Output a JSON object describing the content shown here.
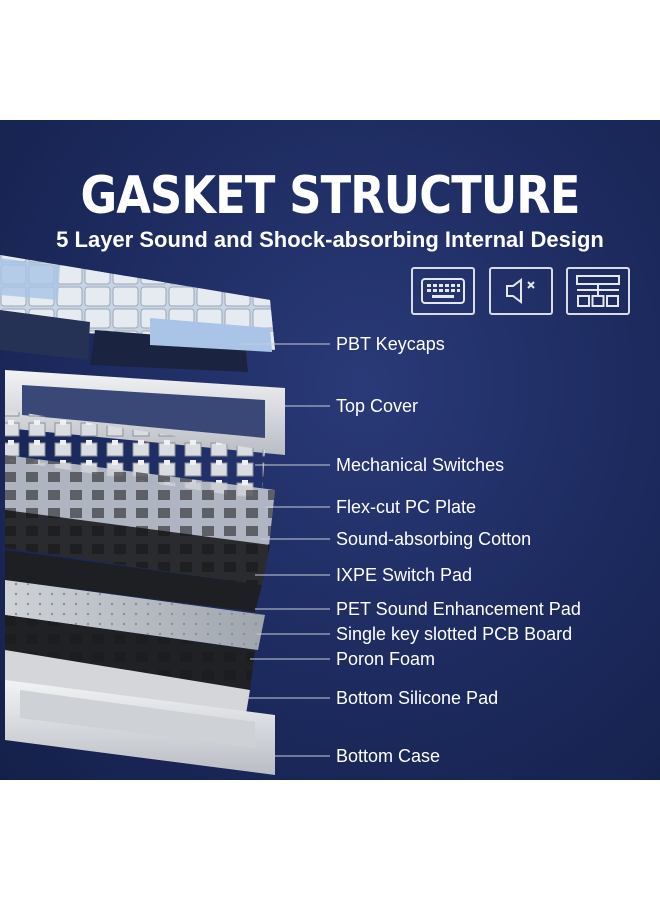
{
  "header": {
    "title": "GASKET STRUCTURE",
    "subtitle": "5 Layer Sound and Shock-absorbing Internal Design"
  },
  "icons": [
    {
      "name": "keyboard-icon"
    },
    {
      "name": "mute-speaker-icon"
    },
    {
      "name": "layer-structure-icon"
    }
  ],
  "layers": [
    {
      "label": "PBT Keycaps"
    },
    {
      "label": "Top Cover"
    },
    {
      "label": "Mechanical Switches"
    },
    {
      "label": "Flex-cut PC Plate"
    },
    {
      "label": "Sound-absorbing Cotton"
    },
    {
      "label": "IXPE Switch Pad"
    },
    {
      "label": "PET Sound Enhancement Pad"
    },
    {
      "label": "Single key slotted PCB Board"
    },
    {
      "label": "Poron Foam"
    },
    {
      "label": "Bottom Silicone Pad"
    },
    {
      "label": "Bottom Case"
    }
  ],
  "colors": {
    "background": "#1c2a5e",
    "text": "#ffffff",
    "keycap_blue": "#a9c4e6",
    "keycap_navy": "#1a2440",
    "keycap_white": "#e8ecf2"
  }
}
